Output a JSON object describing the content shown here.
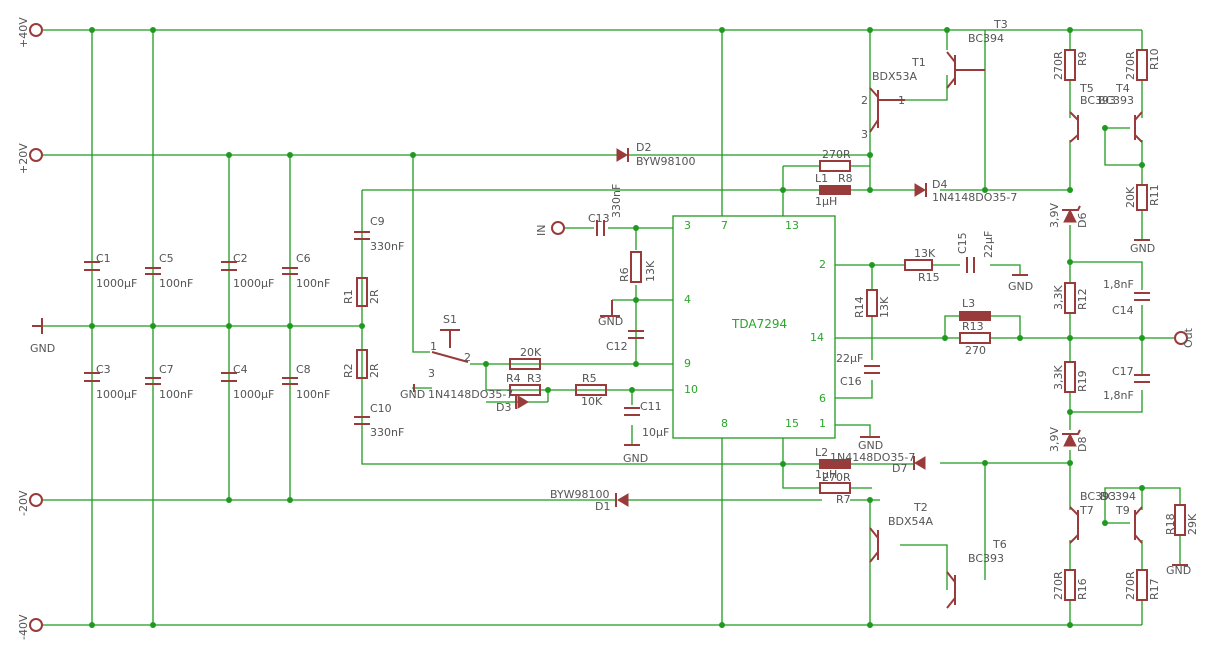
{
  "rails": {
    "p40": "+40V",
    "p20": "+20V",
    "gnd": "GND",
    "m20": "-20V",
    "m40": "-40V"
  },
  "ic": {
    "name": "TDA7294",
    "pins": [
      "3",
      "7",
      "13",
      "2",
      "4",
      "14",
      "9",
      "10",
      "6",
      "8",
      "15",
      "1"
    ]
  },
  "input": {
    "label": "IN"
  },
  "output": {
    "label": "Out"
  },
  "gnd_label": "GND",
  "components": {
    "C1": "1000µF",
    "C2": "1000µF",
    "C3": "1000µF",
    "C4": "1000µF",
    "C5": "100nF",
    "C6": "100nF",
    "C7": "100nF",
    "C8": "100nF",
    "C9": "330nF",
    "C10": "330nF",
    "C11": "10µF",
    "C12": "",
    "C13": "330nF",
    "C14": "1,8nF",
    "C15": "22µF",
    "C16": "22µF",
    "C17": "1,8nF",
    "R1": "2R",
    "R2": "2R",
    "R3": "",
    "R4": "20K",
    "R5": "10K",
    "R6": "13K",
    "R7": "270R",
    "R8": "270R",
    "R9": "270R",
    "R10": "270R",
    "R11": "20K",
    "R12": "3,3K",
    "R13": "270",
    "R14": "13K",
    "R15": "13K",
    "R16": "270R",
    "R17": "270R",
    "R18": "29K",
    "R19": "3,3K",
    "L1": "1µH",
    "L2": "1µH",
    "L3": "",
    "D1": "BYW98100",
    "D2": "BYW98100",
    "D3": "1N4148DO35-7",
    "D4": "1N4148DO35-7",
    "D6": "3,9V",
    "D7": "1N4148DO35-7",
    "D8": "3,9V",
    "T1": "BDX53A",
    "T2": "BDX54A",
    "T3": "BC394",
    "T4": "BC393",
    "T5": "BC393",
    "T6": "BC393",
    "T7": "BC393",
    "T9": "BC394",
    "S1": ""
  },
  "switch_pins": [
    "1",
    "2",
    "3"
  ],
  "t1_pins": [
    "1",
    "2",
    "3"
  ]
}
